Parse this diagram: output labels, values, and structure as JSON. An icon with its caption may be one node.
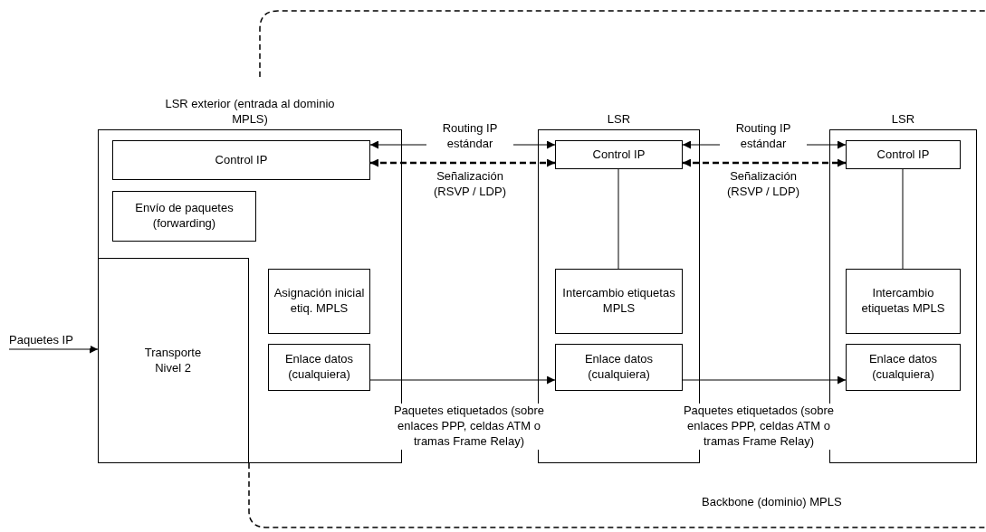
{
  "diagram": {
    "nodes": [
      {
        "text": [
          "LSR exterior (entrada al dominio MPLS)"
        ]
      },
      {
        "text": [
          "Control IP"
        ],
        "in": 0
      },
      {
        "text": [
          "Envío de paquetes (forwarding)"
        ],
        "in": 0
      },
      {
        "text": [
          "Transporte Nivel 2"
        ],
        "in": 0
      },
      {
        "text": [
          "Asignación inicial etiq. MPLS"
        ],
        "in": 0
      },
      {
        "text": [
          "Enlace datos (cualquiera)"
        ],
        "in": 0
      },
      {
        "text": [
          "LSR"
        ]
      },
      {
        "text": [
          "Control IP"
        ],
        "in": 6
      },
      {
        "text": [
          "Intercambio etiquetas MPLS"
        ],
        "in": 6
      },
      {
        "text": [
          "Enlace datos (cualquiera)"
        ],
        "in": 6
      },
      {
        "text": [
          "LSR"
        ]
      },
      {
        "text": [
          "Control IP"
        ],
        "in": 10
      },
      {
        "text": [
          "Intercambio etiquetas MPLS"
        ],
        "in": 10
      },
      {
        "text": [
          "Enlace datos (cualquiera)"
        ],
        "in": 10
      }
    ],
    "edges": [
      {
        "from": 1,
        "to": 7,
        "arrow": "both",
        "label": "Routing IP estándar"
      },
      {
        "from": 1,
        "to": 7,
        "arrow": "both",
        "label": "Señalización (RSVP / LDP)",
        "style": "dashed"
      },
      {
        "from": 7,
        "to": 11,
        "arrow": "both",
        "label": "Routing IP estándar"
      },
      {
        "from": 7,
        "to": 11,
        "arrow": "both",
        "label": "Señalización (RSVP / LDP)",
        "style": "dashed"
      },
      {
        "from": 7,
        "to": 8,
        "arrow": "none"
      },
      {
        "from": 11,
        "to": 12,
        "arrow": "none"
      },
      {
        "from": 5,
        "to": 9,
        "arrow": "to",
        "label": "Paquetes etiquetados (sobre enlaces PPP, celdas ATM o tramas Frame Relay)"
      },
      {
        "from": 9,
        "to": 13,
        "arrow": "to",
        "label": "Paquetes etiquetados (sobre enlaces PPP, celdas ATM o tramas Frame Relay)"
      },
      {
        "from": null,
        "to": 3,
        "arrow": "to",
        "label": "Paquetes IP"
      }
    ],
    "labels": [
      "Backbone (dominio) MPLS"
    ]
  }
}
